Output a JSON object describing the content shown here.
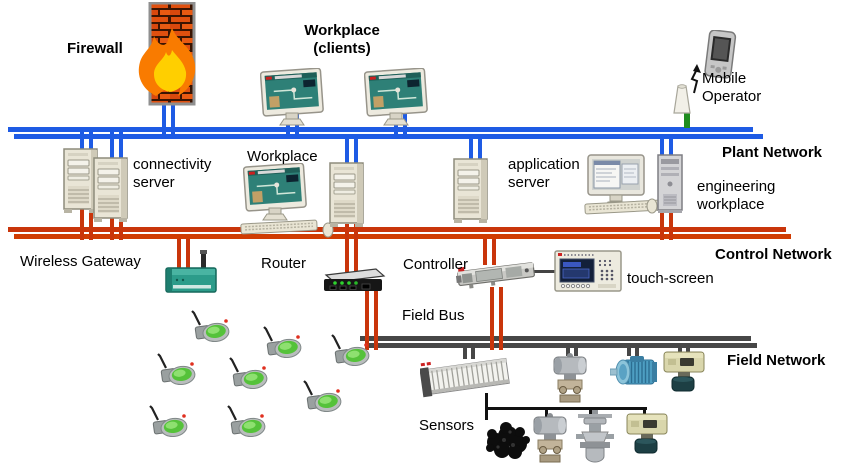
{
  "colors": {
    "plant_network": "#1e5be4",
    "control_network": "#c9350b",
    "field_network": "#474747",
    "wireless_link_stub": "#1e8c1e"
  },
  "networks": {
    "plant": {
      "label": "Plant Network"
    },
    "control": {
      "label": "Control Network"
    },
    "field": {
      "label": "Field Network"
    },
    "field_bus": {
      "label": "Field Bus"
    }
  },
  "nodes": {
    "firewall": {
      "label": "Firewall"
    },
    "workplace_clients": {
      "label": "Workplace\n(clients)"
    },
    "mobile_operator": {
      "label": "Mobile\nOperator"
    },
    "connectivity_server": {
      "label": "connectivity\nserver"
    },
    "workplace": {
      "label": "Workplace"
    },
    "application_server": {
      "label": "application\nserver"
    },
    "engineering_workplace": {
      "label": "engineering\nworkplace"
    },
    "wireless_gateway": {
      "label": "Wireless Gateway"
    },
    "router": {
      "label": "Router"
    },
    "controller": {
      "label": "Controller"
    },
    "touch_screen": {
      "label": "touch-screen"
    },
    "sensors": {
      "label": "Sensors"
    }
  },
  "wireless_sensors": {
    "count": 8
  },
  "icons": {
    "firewall-icon": "brick wall with flame",
    "client-monitor-icon": "CRT monitor with process graphic",
    "tower-server-icon": "beige tower server",
    "desktop-monitor-icon": "monitor with windows screen",
    "keyboard-icon": "keyboard",
    "mouse-icon": "mouse",
    "dark-tower-icon": "gray mini tower pc",
    "pda-icon": "handheld mobile device",
    "wireless-ap-icon": "small wireless transmitter",
    "lightning-arrow-icon": "wireless link arrow",
    "wireless-gateway-icon": "teal gateway box with antenna",
    "router-icon": "black router with green leds",
    "controller-icon": "rail-mounted controller module",
    "touch-screen-icon": "operator touch panel",
    "wireless-sensor-icon": "wireless field sensor with antenna",
    "io-rack-icon": "I/O module rack",
    "transmitter-icon": "pressure transmitter",
    "motor-icon": "electric motor",
    "positioner-icon": "valve positioner",
    "valve-icon": "control valve",
    "cable-bundle-icon": "black sensor bundle"
  }
}
